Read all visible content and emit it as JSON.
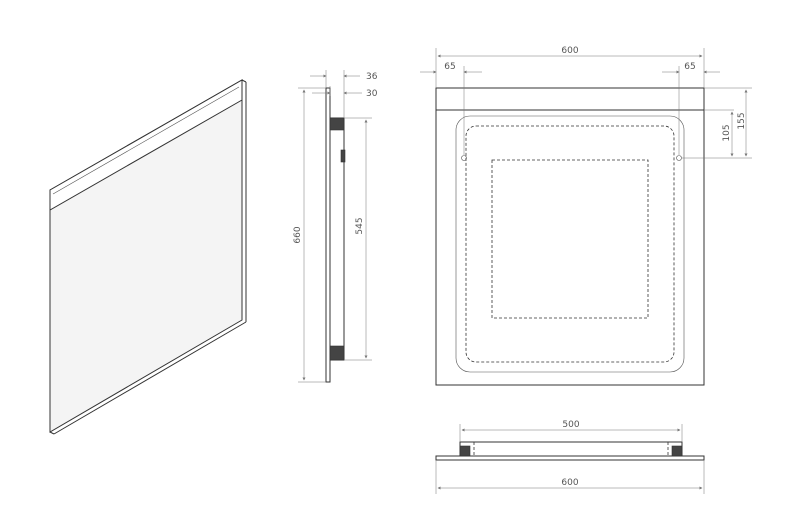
{
  "dimensions": {
    "side_thickness_total": "36",
    "side_thickness_panel": "30",
    "side_height_total": "660",
    "side_height_inner": "545",
    "front_width": "600",
    "front_left_offset": "65",
    "front_right_offset": "65",
    "front_mount_to_top": "155",
    "front_mount_spacing": "105",
    "bottom_inner_width": "500",
    "bottom_width": "600"
  }
}
